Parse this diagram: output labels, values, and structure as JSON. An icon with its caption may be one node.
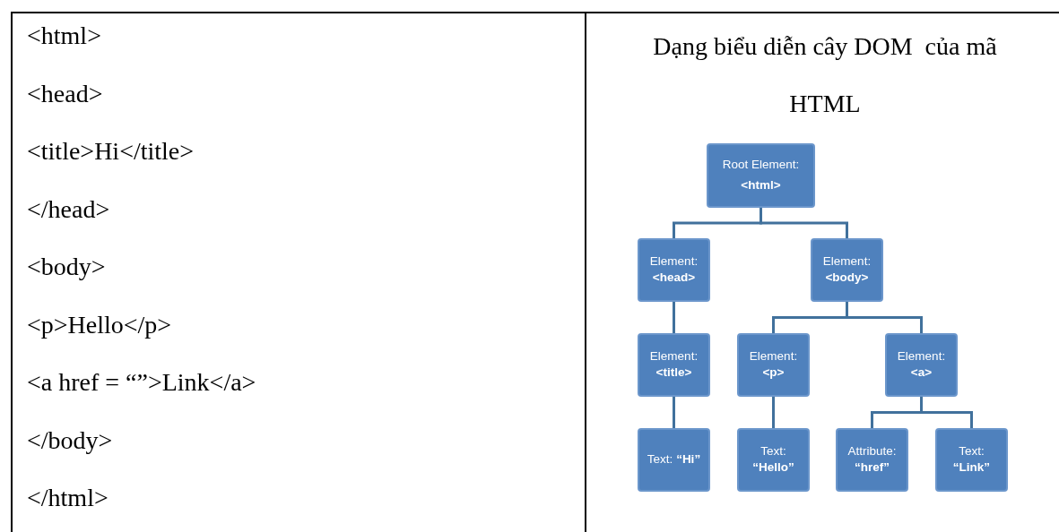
{
  "diagram": {
    "title": "Dạng biểu diễn cây DOM  của mã HTML",
    "nodes": [
      {
        "text": [
          "Root Element:",
          "<html>"
        ]
      },
      {
        "text": [
          "Element:",
          "<head>"
        ]
      },
      {
        "text": [
          "Element:",
          "<body>"
        ]
      },
      {
        "text": [
          "Element:",
          "<title>"
        ]
      },
      {
        "text": [
          "Element:",
          "<p>"
        ]
      },
      {
        "text": [
          "Element:",
          "<a>"
        ]
      },
      {
        "text": [
          "Text: **“Hi”**"
        ]
      },
      {
        "text": [
          "Text:",
          "“Hello”"
        ]
      },
      {
        "text": [
          "Attribute:",
          "“href”"
        ]
      },
      {
        "text": [
          "Text:",
          "“Link”"
        ]
      }
    ],
    "edges": [
      {
        "from": 0,
        "to": 1,
        "arrow": "none"
      },
      {
        "from": 0,
        "to": 2,
        "arrow": "none"
      },
      {
        "from": 1,
        "to": 3,
        "arrow": "none"
      },
      {
        "from": 2,
        "to": 4,
        "arrow": "none"
      },
      {
        "from": 2,
        "to": 5,
        "arrow": "none"
      },
      {
        "from": 3,
        "to": 6,
        "arrow": "none"
      },
      {
        "from": 4,
        "to": 7,
        "arrow": "none"
      },
      {
        "from": 5,
        "to": 8,
        "arrow": "none"
      },
      {
        "from": 5,
        "to": 9,
        "arrow": "none"
      }
    ],
    "labels": [
      "<html>",
      "<head>",
      "<title>Hi</title>",
      "</head>",
      "<body>",
      "<p>Hello</p>",
      "<a href = “”>Link</a>",
      "</body>",
      "</html>"
    ]
  }
}
